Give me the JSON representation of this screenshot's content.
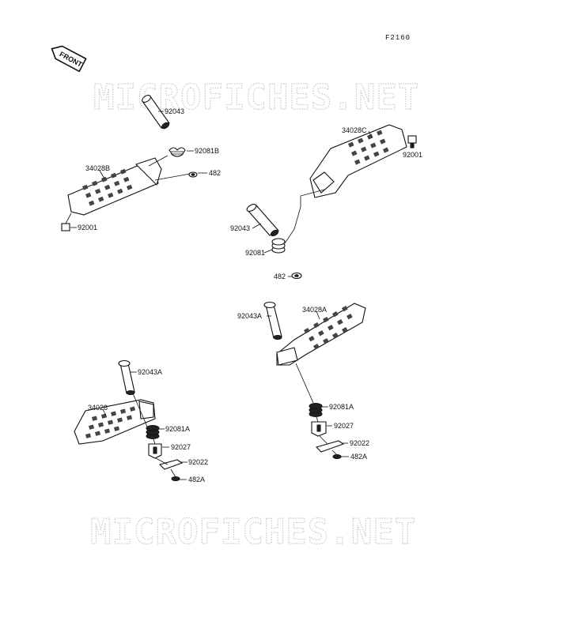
{
  "figure_code": "F2160",
  "front_label": "FRONT",
  "watermark": "MICROFICHES.NET",
  "labels": {
    "a_92043": "92043",
    "a_92081b": "92081B",
    "a_482": "482",
    "a_34028b": "34028B",
    "a_92001": "92001",
    "b_34028c": "34028C",
    "b_92001": "92001",
    "b_92043": "92043",
    "b_92081": "92081",
    "b_482": "482",
    "c_92043a": "92043A",
    "c_34028": "34028",
    "c_92081a": "92081A",
    "c_92027": "92027",
    "c_92022": "92022",
    "c_482a": "482A",
    "d_92043a": "92043A",
    "d_34028a": "34028A",
    "d_92081a": "92081A",
    "d_92027": "92027",
    "d_92022": "92022",
    "d_482a": "482A"
  }
}
